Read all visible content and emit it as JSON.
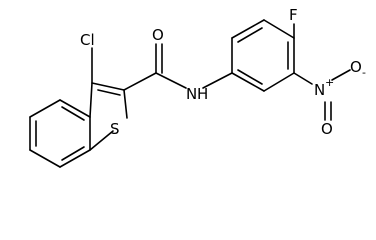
{
  "molecule": {
    "atoms": {
      "chlorine": "Cl",
      "oxygen_carbonyl": "O",
      "nitrogen_amide": "N",
      "hydrogen_amide": "H",
      "sulfur": "S",
      "fluorine": "F",
      "nitrogen_nitro": "N",
      "nitro_charge": "+",
      "oxygen_nitro_double": "O",
      "oxygen_nitro_single": "O",
      "oxygen_charge": "-"
    }
  }
}
